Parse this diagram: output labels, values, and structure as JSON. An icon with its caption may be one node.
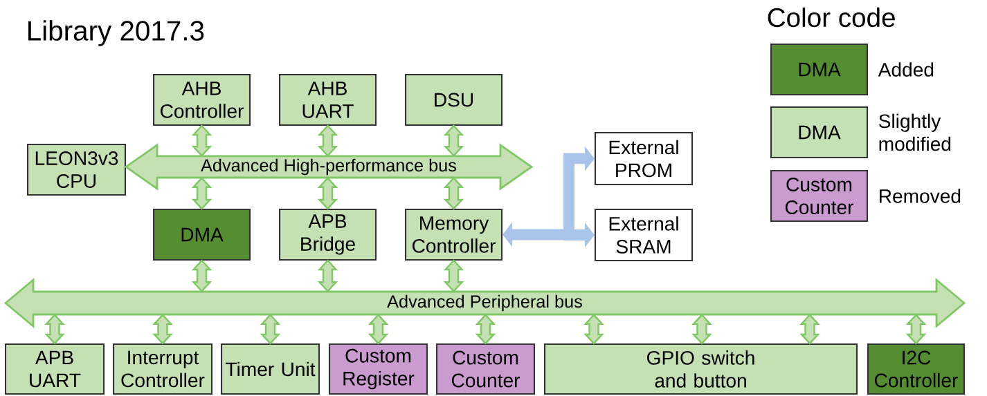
{
  "diagram": {
    "title": "Library 2017.3",
    "nodes": [
      {
        "text": [
          "AHB Controller"
        ]
      },
      {
        "text": [
          "AHB UART"
        ]
      },
      {
        "text": [
          "DSU"
        ]
      },
      {
        "text": [
          "LEON3v3 CPU"
        ]
      },
      {
        "text": [
          "Advanced High-performance bus"
        ]
      },
      {
        "text": [
          "DMA"
        ]
      },
      {
        "text": [
          "APB Bridge"
        ]
      },
      {
        "text": [
          "Memory Controller"
        ]
      },
      {
        "text": [
          "External PROM"
        ]
      },
      {
        "text": [
          "External SRAM"
        ]
      },
      {
        "text": [
          "Advanced Peripheral bus"
        ]
      },
      {
        "text": [
          "APB UART"
        ]
      },
      {
        "text": [
          "Interrupt Controller"
        ]
      },
      {
        "text": [
          "Timer Unit"
        ]
      },
      {
        "text": [
          "Custom Register"
        ]
      },
      {
        "text": [
          "Custom Counter"
        ]
      },
      {
        "text": [
          "GPIO switch and button"
        ]
      },
      {
        "text": [
          "I2C Controller"
        ]
      }
    ],
    "edges": [
      {
        "from": 0,
        "to": 4,
        "arrow": "both"
      },
      {
        "from": 1,
        "to": 4,
        "arrow": "both"
      },
      {
        "from": 2,
        "to": 4,
        "arrow": "both"
      },
      {
        "from": 4,
        "to": 5,
        "arrow": "both"
      },
      {
        "from": 4,
        "to": 6,
        "arrow": "both"
      },
      {
        "from": 4,
        "to": 7,
        "arrow": "both"
      },
      {
        "from": 5,
        "to": 10,
        "arrow": "both"
      },
      {
        "from": 6,
        "to": 10,
        "arrow": "both"
      },
      {
        "from": 7,
        "to": 10,
        "arrow": "both"
      },
      {
        "from": 7,
        "to": 8,
        "arrow": "both",
        "color": "#a9c4e8"
      },
      {
        "from": 7,
        "to": 9,
        "arrow": "both",
        "color": "#a9c4e8"
      },
      {
        "from": 10,
        "to": 11,
        "arrow": "both"
      },
      {
        "from": 10,
        "to": 12,
        "arrow": "both"
      },
      {
        "from": 10,
        "to": 13,
        "arrow": "both"
      },
      {
        "from": 10,
        "to": 14,
        "arrow": "both"
      },
      {
        "from": 10,
        "to": 15,
        "arrow": "both"
      },
      {
        "from": 10,
        "to": 16,
        "arrow": "both"
      },
      {
        "from": 10,
        "to": 16,
        "arrow": "both"
      },
      {
        "from": 10,
        "to": 16,
        "arrow": "both"
      },
      {
        "from": 10,
        "to": 17,
        "arrow": "both"
      }
    ],
    "labels": [
      "Color code",
      "DMA",
      "DMA",
      "Custom Counter"
    ],
    "legend": [
      {
        "text": "Added",
        "color": "#548e30"
      },
      {
        "text": "Slightly modified",
        "color": "#c5e0b3"
      },
      {
        "text": "Removed",
        "color": "#c99bcf"
      }
    ]
  }
}
